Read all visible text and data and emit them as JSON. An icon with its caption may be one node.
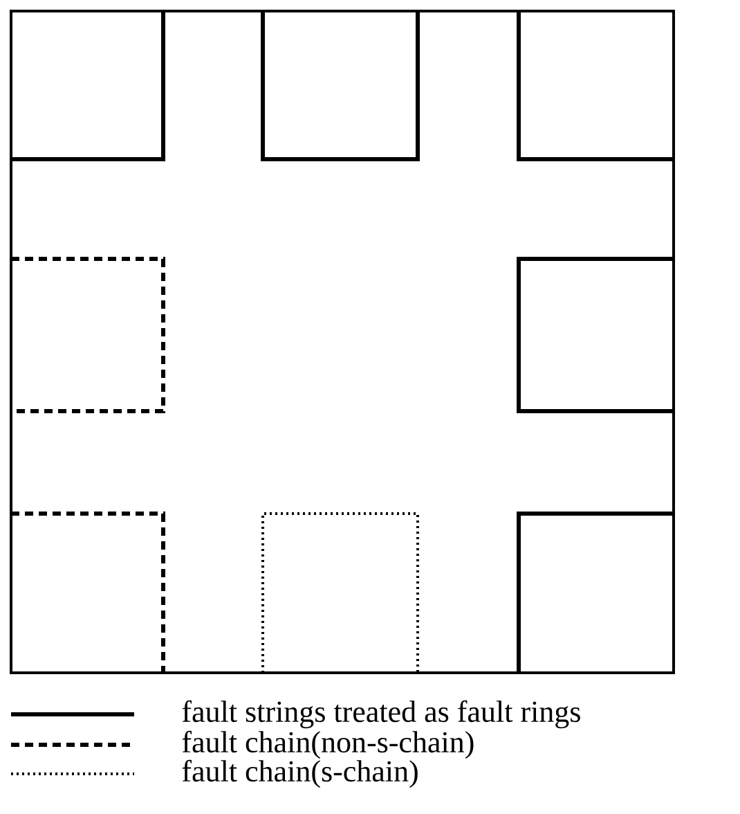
{
  "diagram": {
    "legend": [
      {
        "text": "fault strings treated as fault rings"
      },
      {
        "text": "fault chain(non-s-chain)"
      },
      {
        "text": "fault chain(s-chain)"
      }
    ]
  }
}
